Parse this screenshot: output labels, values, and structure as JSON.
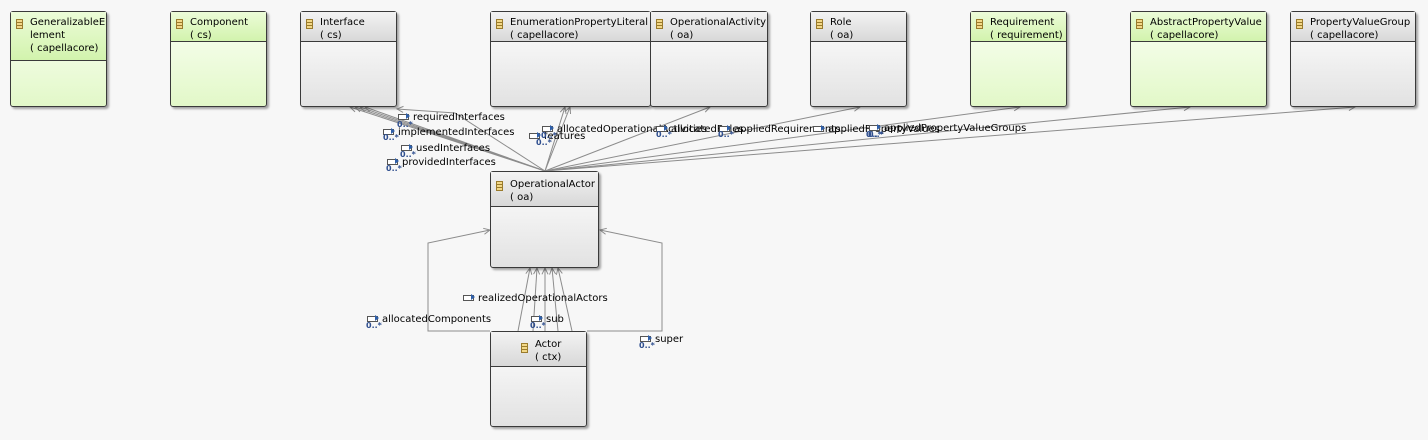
{
  "classes": [
    {
      "id": "generalizable",
      "name": "GeneralizableElement",
      "pkg": "( capellacore)",
      "theme": "green"
    },
    {
      "id": "component",
      "name": "Component",
      "pkg": "( cs)",
      "theme": "green"
    },
    {
      "id": "interface",
      "name": "Interface",
      "pkg": "( cs)",
      "theme": "gray"
    },
    {
      "id": "enumliteral",
      "name": "EnumerationPropertyLiteral",
      "pkg": "( capellacore)",
      "theme": "gray"
    },
    {
      "id": "opactivity",
      "name": "OperationalActivity",
      "pkg": "( oa)",
      "theme": "gray"
    },
    {
      "id": "role",
      "name": "Role",
      "pkg": "( oa)",
      "theme": "gray"
    },
    {
      "id": "requirement",
      "name": "Requirement",
      "pkg": "( requirement)",
      "theme": "green"
    },
    {
      "id": "abstractpv",
      "name": "AbstractPropertyValue",
      "pkg": "( capellacore)",
      "theme": "green"
    },
    {
      "id": "pvgroup",
      "name": "PropertyValueGroup",
      "pkg": "( capellacore)",
      "theme": "gray"
    },
    {
      "id": "opactor",
      "name": "OperationalActor",
      "pkg": "( oa)",
      "theme": "gray"
    },
    {
      "id": "actor",
      "name": "Actor",
      "pkg": "( ctx)",
      "theme": "gray"
    }
  ],
  "references": [
    {
      "id": "requiredInterfaces",
      "label": "requiredInterfaces",
      "mult": "0..*"
    },
    {
      "id": "implementedInterfaces",
      "label": "implementedInterfaces",
      "mult": "0..*"
    },
    {
      "id": "usedInterfaces",
      "label": "usedInterfaces",
      "mult": "0..*"
    },
    {
      "id": "providedInterfaces",
      "label": "providedInterfaces",
      "mult": "0..*"
    },
    {
      "id": "features",
      "label": "features",
      "mult": "0..*"
    },
    {
      "id": "allocatedOpActivities",
      "label": "allocatedOperationalActivities",
      "mult": "0..*"
    },
    {
      "id": "allocatedRoles",
      "label": "allocatedRoles",
      "mult": "0..*"
    },
    {
      "id": "appliedRequirements",
      "label": "appliedRequirements",
      "mult": "0..*"
    },
    {
      "id": "ownedPropertyValues",
      "label": "appliedPropertyValues",
      "mult": "0..*"
    },
    {
      "id": "pvGroups",
      "label": "appliedPropertyValueGroups",
      "mult": "0..*"
    },
    {
      "id": "realizedOpActors",
      "label": "realizedOperationalActors",
      "mult": ""
    },
    {
      "id": "allocatedComponents",
      "label": "allocatedComponents",
      "mult": "0..*"
    },
    {
      "id": "sub",
      "label": "sub",
      "mult": "0..*"
    },
    {
      "id": "super",
      "label": "super",
      "mult": "0..*"
    }
  ],
  "colors": {
    "gray_fill": "#e2e2e2",
    "green_fill": "#e2f8c8",
    "line": "#8c8c8c",
    "border": "#3a3a3a",
    "mult": "#2f4f8f"
  }
}
